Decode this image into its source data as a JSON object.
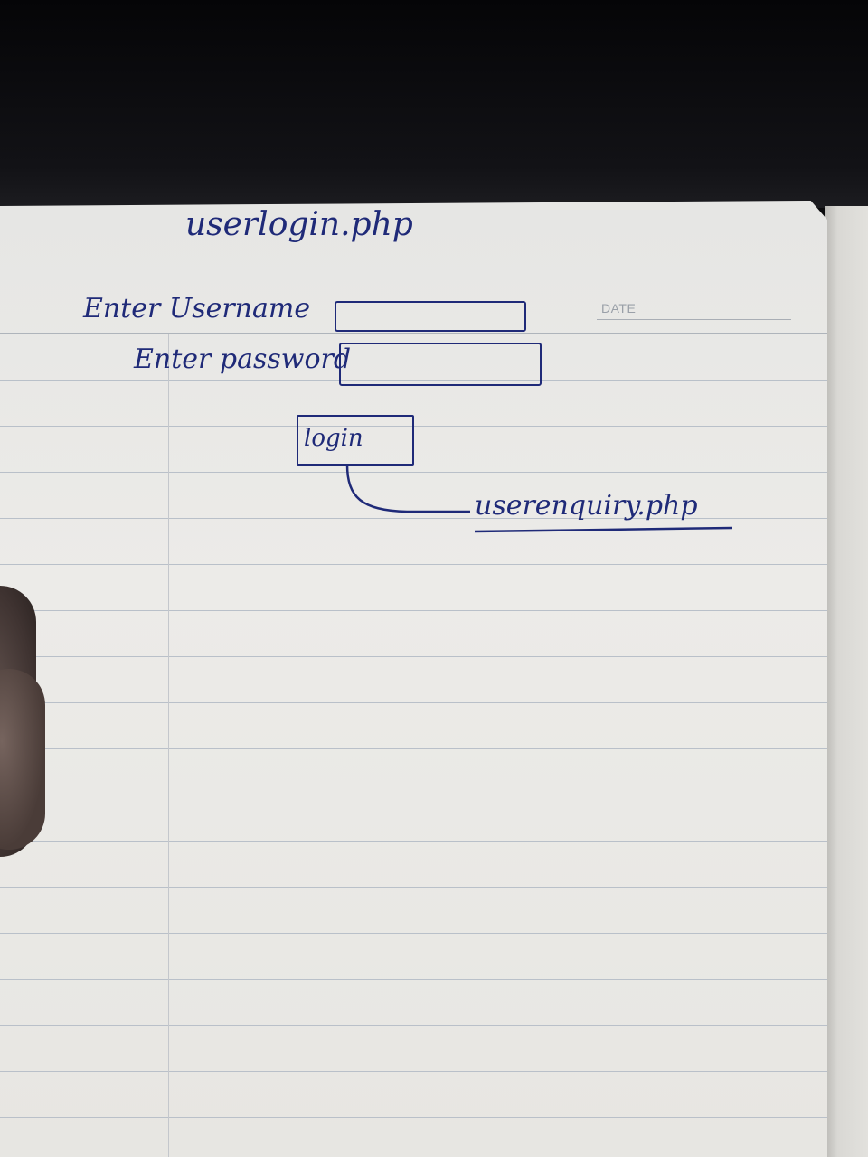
{
  "notebook": {
    "date_label": "DATE"
  },
  "sketch": {
    "title": "userlogin.php",
    "username_label": "Enter Username",
    "password_label": "Enter password",
    "button_label": "login",
    "target_page": "userenquiry.php"
  },
  "colors": {
    "ink": "#1f2a78",
    "paper": "#ecebe8",
    "rule_line": "#b9c0c9",
    "background": "#0b0b0d"
  }
}
